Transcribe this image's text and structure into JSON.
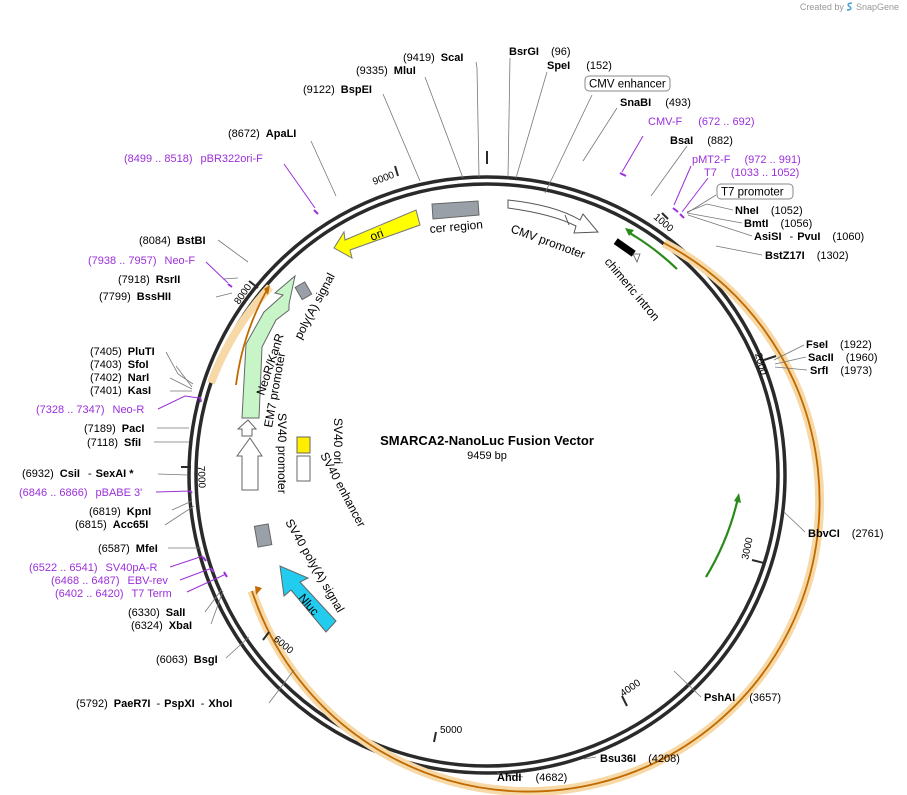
{
  "watermark": {
    "created_by": "Created by",
    "brand": "SnapGene"
  },
  "map": {
    "title": "SMARCA2-NanoLuc Fusion Vector",
    "length_label": "9459 bp",
    "tick_labels": [
      "1000",
      "2000",
      "3000",
      "4000",
      "5000",
      "6000",
      "7000",
      "8000",
      "9000"
    ]
  },
  "enzymes": [
    {
      "name": "ScaI",
      "pos": "(9419)"
    },
    {
      "name": "BsrGI",
      "pos": "(96)"
    },
    {
      "name": "SpeI",
      "pos": "(152)"
    },
    {
      "name": "MluI",
      "pos": "(9335)"
    },
    {
      "name": "BspEI",
      "pos": "(9122)"
    },
    {
      "name": "SnaBI",
      "pos": "(493)"
    },
    {
      "name": "ApaLI",
      "pos": "(8672)"
    },
    {
      "name": "BsaI",
      "pos": "(882)"
    },
    {
      "name": "NheI",
      "pos": "(1052)"
    },
    {
      "name": "BmtI",
      "pos": "(1056)"
    },
    {
      "name": "AsiSI",
      "name2": "PvuI",
      "pos": "(1060)"
    },
    {
      "name": "BstZ17I",
      "pos": "(1302)"
    },
    {
      "name": "BstBI",
      "pos": "(8084)"
    },
    {
      "name": "RsrII",
      "pos": "(7918)"
    },
    {
      "name": "BssHII",
      "pos": "(7799)"
    },
    {
      "name": "FseI",
      "pos": "(1922)"
    },
    {
      "name": "SacII",
      "pos": "(1960)"
    },
    {
      "name": "SrfI",
      "pos": "(1973)"
    },
    {
      "name": "PluTI",
      "pos": "(7405)"
    },
    {
      "name": "SfoI",
      "pos": "(7403)"
    },
    {
      "name": "NarI",
      "pos": "(7402)"
    },
    {
      "name": "KasI",
      "pos": "(7401)"
    },
    {
      "name": "PacI",
      "pos": "(7189)"
    },
    {
      "name": "SfiI",
      "pos": "(7118)"
    },
    {
      "name": "CsiI",
      "name2": "SexAI *",
      "pos": "(6932)"
    },
    {
      "name": "KpnI",
      "pos": "(6819)"
    },
    {
      "name": "Acc65I",
      "pos": "(6815)"
    },
    {
      "name": "BbvCI",
      "pos": "(2761)"
    },
    {
      "name": "MfeI",
      "pos": "(6587)"
    },
    {
      "name": "SalI",
      "pos": "(6330)"
    },
    {
      "name": "XbaI",
      "pos": "(6324)"
    },
    {
      "name": "BsgI",
      "pos": "(6063)"
    },
    {
      "name": "PshAI",
      "pos": "(3657)"
    },
    {
      "name": "PaeR7I",
      "name2": "PspXI",
      "name3": "XhoI",
      "pos": "(5792)"
    },
    {
      "name": "Bsu36I",
      "pos": "(4208)"
    },
    {
      "name": "AhdI",
      "pos": "(4682)"
    }
  ],
  "primers": [
    {
      "range": "(672 .. 692)",
      "name": "CMV-F"
    },
    {
      "range": "(972 .. 991)",
      "name": "pMT2-F"
    },
    {
      "range": "(1033 .. 1052)",
      "name": "T7"
    },
    {
      "range": "(8499 .. 8518)",
      "name": "pBR322ori-F"
    },
    {
      "range": "(7938 .. 7957)",
      "name": "Neo-F"
    },
    {
      "range": "(7328 .. 7347)",
      "name": "Neo-R"
    },
    {
      "range": "(6846 .. 6866)",
      "name": "pBABE 3'"
    },
    {
      "range": "(6522 .. 6541)",
      "name": "SV40pA-R"
    },
    {
      "range": "(6468 .. 6487)",
      "name": "EBV-rev"
    },
    {
      "range": "(6402 .. 6420)",
      "name": "T7 Term"
    }
  ],
  "boxed_features": [
    "CMV enhancer",
    "T7 promoter"
  ],
  "features": {
    "cmv_promoter": "CMV promoter",
    "chimeric_intron": "chimeric intron",
    "cer_region": "cer region",
    "ori": "ori",
    "polya_signal": "poly(A) signal",
    "neor": "NeoR/KanR",
    "em7": "EM7 promoter",
    "sv40_promoter": "SV40 promoter",
    "sv40_ori": "SV40 ori",
    "sv40_enhancer": "SV40 enhancer",
    "sv40_polya": "SV40 poly(A) signal",
    "nluc": "Nluc"
  },
  "colors": {
    "ori": "#ffff00",
    "neor": "#c8f5c8",
    "nluc": "#22ccee",
    "sv40_ori": "#ffee00",
    "gray_feature": "#9aa0a8",
    "primer": "#9b30d9",
    "orf_highlight": "#f6d9a6",
    "orf_arrow_orange": "#c06a00",
    "orf_arrow_green": "#2a8a1a"
  }
}
